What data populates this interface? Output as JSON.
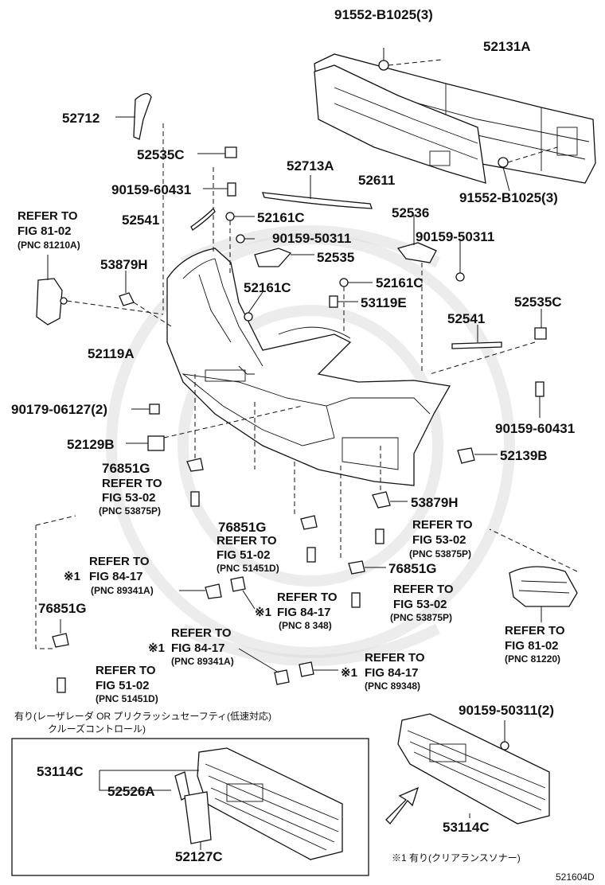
{
  "labels": {
    "p1": "91552-B1025(3)",
    "p2": "52131A",
    "p3": "52712",
    "p4": "52535C",
    "p5": "52713A",
    "p6": "52611",
    "p7": "91552-B1025(3)",
    "p8": "90159-60431",
    "p9": "52541",
    "p10": "52161C",
    "p11": "52536",
    "p12": "90159-50311",
    "p13": "90159-50311",
    "p14": "52535",
    "p15": "53879H",
    "p16": "52161C",
    "p17": "52161C",
    "p18": "53119E",
    "p19": "52535C",
    "p20": "52541",
    "p21": "52119A",
    "p22": "90179-06127(2)",
    "p23": "90159-60431",
    "p24": "52129B",
    "p25": "52139B",
    "p26": "76851G",
    "p27": "53879H",
    "p28": "76851G",
    "p29": "76851G",
    "p30": "76851G",
    "p31": "90159-50311(2)",
    "p32": "53114C",
    "p33": "52526A",
    "p34": "52127C",
    "p35": "53114C",
    "code": "521604D"
  },
  "refs": {
    "r1": {
      "refer": "REFER TO",
      "fig": "FIG 81-02",
      "pnc": "(PNC 81210A)"
    },
    "r2": {
      "refer": "REFER TO",
      "fig": "FIG 53-02",
      "pnc": "(PNC 53875P)"
    },
    "r3": {
      "refer": "REFER TO",
      "fig": "FIG 53-02",
      "pnc": "(PNC 53875P)"
    },
    "r4": {
      "refer": "REFER TO",
      "fig": "FIG 51-02",
      "pnc": "(PNC 51451D)"
    },
    "r5": {
      "refer": "REFER TO",
      "fig": "FIG 84-17",
      "pnc": "(PNC 89341A)",
      "mark": "※1"
    },
    "r6": {
      "refer": "REFER TO",
      "fig": "FIG 84-17",
      "pnc": "(PNC 8 348)",
      "mark": "※1"
    },
    "r7": {
      "refer": "REFER TO",
      "fig": "FIG 53-02",
      "pnc": "(PNC 53875P)"
    },
    "r8": {
      "refer": "REFER TO",
      "fig": "FIG 81-02",
      "pnc": "(PNC 81220)"
    },
    "r9": {
      "refer": "REFER TO",
      "fig": "FIG 84-17",
      "pnc": "(PNC 89341A)",
      "mark": "※1"
    },
    "r10": {
      "refer": "REFER TO",
      "fig": "FIG 84-17",
      "pnc": "(PNC 89348)",
      "mark": "※1"
    },
    "r11": {
      "refer": "REFER TO",
      "fig": "FIG 51-02",
      "pnc": "(PNC 51451D)"
    }
  },
  "notes": {
    "inset_line1": "有り(レーザレーダ OR プリクラッシュセーフティ(低速対応)",
    "inset_line2": "クルーズコントロール)",
    "footnote": "※1 有り(クリアランスソナー)"
  }
}
